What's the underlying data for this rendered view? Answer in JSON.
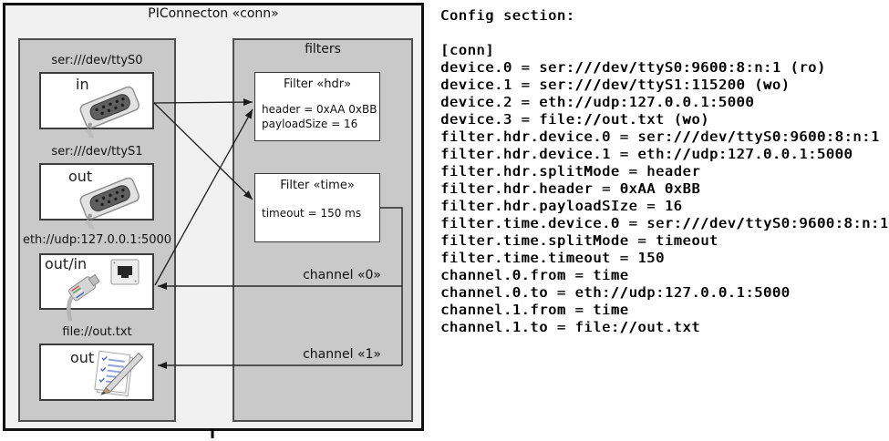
{
  "diagram": {
    "title": "PIConnecton «conn»",
    "filters_label": "filters",
    "devices": [
      {
        "label": "ser:///dev/ttyS0",
        "direction": "in",
        "icon": "db9-serial-icon"
      },
      {
        "label": "ser:///dev/ttyS1",
        "direction": "out",
        "icon": "db9-serial-icon"
      },
      {
        "label": "eth://udp:127.0.0.1:5000",
        "direction": "out/in",
        "icon": "ethernet-icon"
      },
      {
        "label": "file://out.txt",
        "direction": "out",
        "icon": "notepad-pen-icon"
      }
    ],
    "filters": {
      "hdr": {
        "title": "Filter «hdr»",
        "prop1": "header = 0xAA 0xBB",
        "prop2": "payloadSize = 16"
      },
      "time": {
        "title": "Filter «time»",
        "prop1": "timeout = 150 ms"
      }
    },
    "channels": {
      "c0": "channel «0»",
      "c1": "channel «1»"
    },
    "colors": {
      "panel_gray": "#c9c9c9",
      "canvas_gray": "#f1f1f1",
      "box_white": "#ffffff",
      "line_black": "#1c1c1c"
    }
  },
  "config": {
    "heading": "Config section:",
    "lines": [
      "[conn]",
      "device.0 = ser:///dev/ttyS0:9600:8:n:1 (ro)",
      "device.1 = ser:///dev/ttyS1:115200 (wo)",
      "device.2 = eth://udp:127.0.0.1:5000",
      "device.3 = file://out.txt (wo)",
      "filter.hdr.device.0 = ser:///dev/ttyS0:9600:8:n:1",
      "filter.hdr.device.1 = eth://udp:127.0.0.1:5000",
      "filter.hdr.splitMode = header",
      "filter.hdr.header = 0xAA 0xBB",
      "filter.hdr.payloadSIze = 16",
      "filter.time.device.0 = ser:///dev/ttyS0:9600:8:n:1",
      "filter.time.splitMode = timeout",
      "filter.time.timeout = 150",
      "channel.0.from = time",
      "channel.0.to = eth://udp:127.0.0.1:5000",
      "channel.1.from = time",
      "channel.1.to = file://out.txt"
    ]
  }
}
